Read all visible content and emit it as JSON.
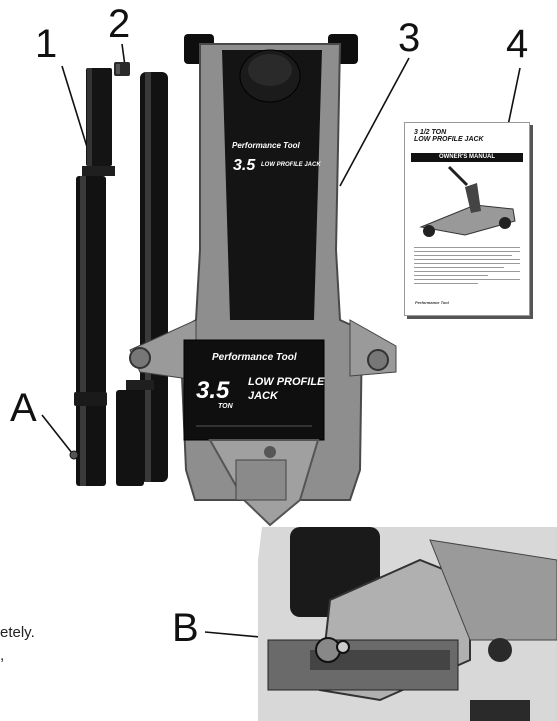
{
  "callouts": {
    "one": "1",
    "two": "2",
    "three": "3",
    "four": "4",
    "a": "A",
    "b": "B"
  },
  "jack_label_top": {
    "brand": "Performance Tool",
    "capacity": "3.5",
    "product": "LOW PROFILE JACK"
  },
  "jack_label_bottom": {
    "brand": "Performance Tool",
    "capacity": "3.5",
    "unit": "TON",
    "product_line1": "LOW PROFILE",
    "product_line2": "JACK"
  },
  "manual": {
    "title_line1": "3 1/2 TON",
    "title_line2": "LOW PROFILE JACK",
    "heading": "OWNER'S MANUAL",
    "logo": "Performance Tool"
  },
  "text_fragments": {
    "line1": "etely.",
    "line2": ","
  },
  "colors": {
    "jack_frame": "#8e8e8e",
    "jack_body": "#141414",
    "handle": "#1a1a1a",
    "background": "#ffffff"
  }
}
